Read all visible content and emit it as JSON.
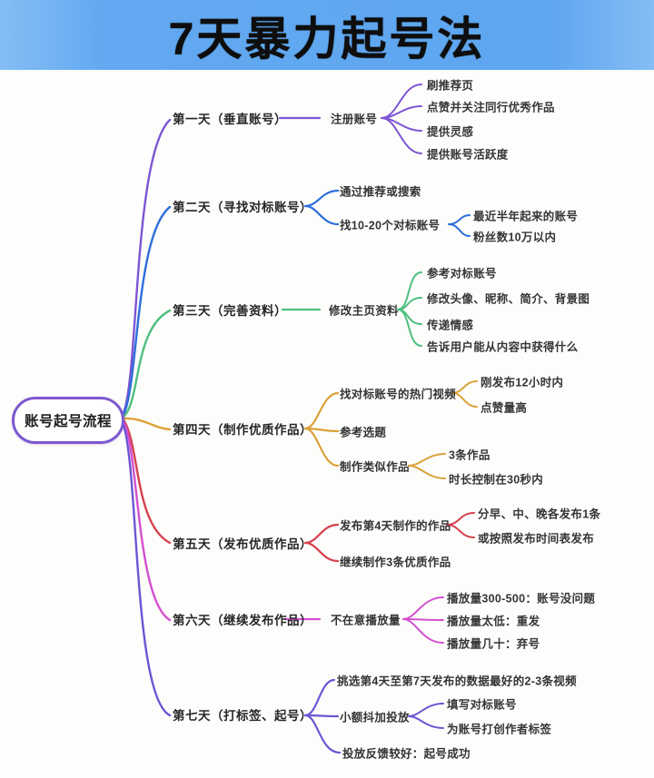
{
  "title": "7天暴力起号法",
  "root_label": "账号起号流程",
  "palette": {
    "banner_blue": "#5ea6f0",
    "title_text": "#0e0e0e",
    "root_border_purple": "#7e57cf",
    "day1_purple": "#7d55d4",
    "day2_blue": "#2e6fdb",
    "day3_green": "#4fbf7f",
    "day4_orange": "#dba238",
    "day5_red": "#d6404e",
    "day6_magenta": "#d44fd0",
    "day7_violet": "#6d55d4"
  },
  "days": [
    {
      "label": "第一天（垂直账号）",
      "color": "#7d55d4",
      "children": [
        {
          "label": "注册账号",
          "children": [
            {
              "label": "刷推荐页"
            },
            {
              "label": "点赞并关注同行优秀作品"
            },
            {
              "label": "提供灵感"
            },
            {
              "label": "提供账号活跃度"
            }
          ]
        }
      ]
    },
    {
      "label": "第二天（寻找对标账号）",
      "color": "#2e6fdb",
      "children": [
        {
          "label": "通过推荐或搜索"
        },
        {
          "label": "找10-20个对标账号",
          "children": [
            {
              "label": "最近半年起来的账号"
            },
            {
              "label": "粉丝数10万以内"
            }
          ]
        }
      ]
    },
    {
      "label": "第三天（完善资料）",
      "color": "#4fbf7f",
      "children": [
        {
          "label": "修改主页资料",
          "children": [
            {
              "label": "参考对标账号"
            },
            {
              "label": "修改头像、昵称、简介、背景图"
            },
            {
              "label": "传递情感"
            },
            {
              "label": "告诉用户能从内容中获得什么"
            }
          ]
        }
      ]
    },
    {
      "label": "第四天（制作优质作品）",
      "color": "#dba238",
      "children": [
        {
          "label": "找对标账号的热门视频",
          "children": [
            {
              "label": "刚发布12小时内"
            },
            {
              "label": "点赞量高"
            }
          ]
        },
        {
          "label": "参考选题"
        },
        {
          "label": "制作类似作品",
          "children": [
            {
              "label": "3条作品"
            },
            {
              "label": "时长控制在30秒内"
            }
          ]
        }
      ]
    },
    {
      "label": "第五天（发布优质作品）",
      "color": "#d6404e",
      "children": [
        {
          "label": "发布第4天制作的作品",
          "children": [
            {
              "label": "分早、中、晚各发布1条"
            },
            {
              "label": "或按照发布时间表发布"
            }
          ]
        },
        {
          "label": "继续制作3条优质作品"
        }
      ]
    },
    {
      "label": "第六天（继续发布作品）",
      "color": "#d44fd0",
      "children": [
        {
          "label": "不在意播放量",
          "children": [
            {
              "label": "播放量300-500：账号没问题"
            },
            {
              "label": "播放量太低：重发"
            },
            {
              "label": "播放量几十：弃号"
            }
          ]
        }
      ]
    },
    {
      "label": "第七天（打标签、起号）",
      "color": "#6d55d4",
      "children": [
        {
          "label": "挑选第4天至第7天发布的数据最好的2-3条视频"
        },
        {
          "label": "小额抖加投放",
          "children": [
            {
              "label": "填写对标账号"
            },
            {
              "label": "为账号打创作者标签"
            }
          ]
        },
        {
          "label": "投放反馈较好：起号成功"
        }
      ]
    }
  ]
}
